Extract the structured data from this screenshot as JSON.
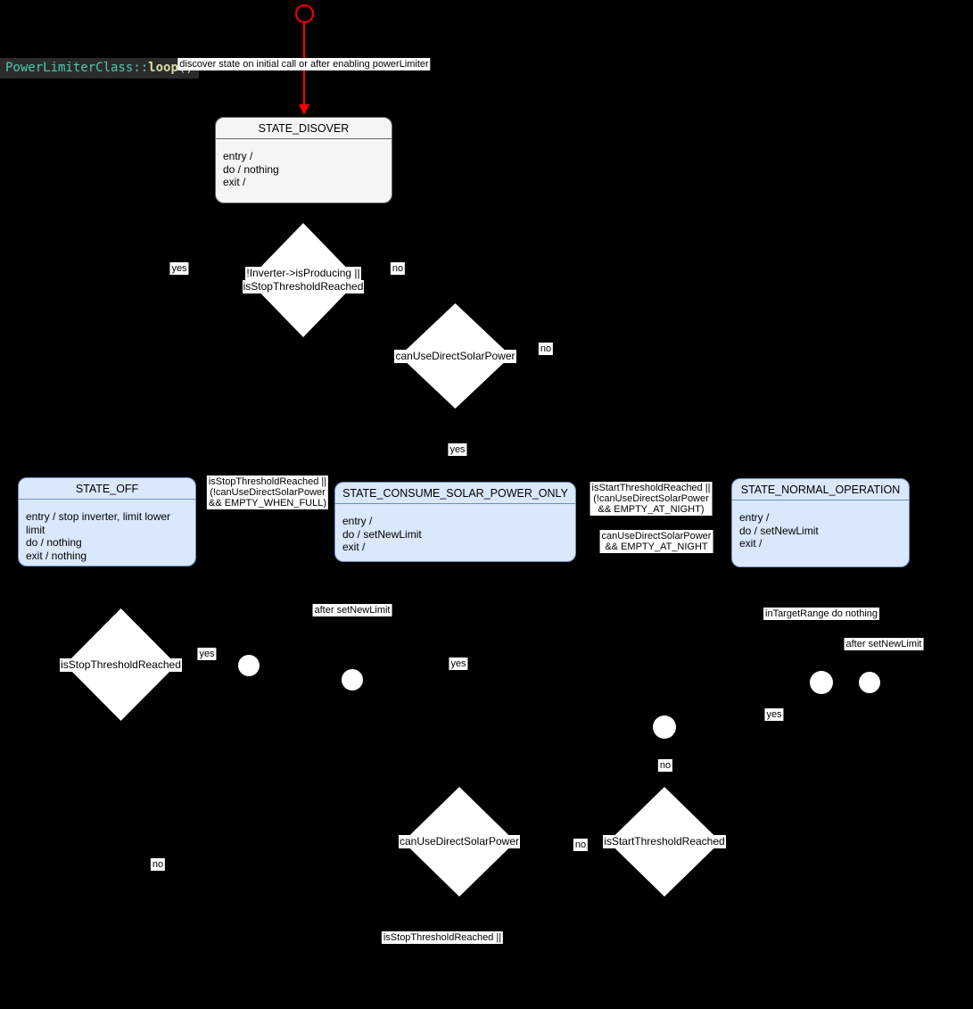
{
  "colors": {
    "background": "#000000",
    "initial_arrow_red": "#ff0000",
    "state_gray_fill": "#f5f5f5",
    "state_gray_border": "#666666",
    "state_blue_fill": "#dae8fc",
    "state_blue_border": "#6c8ebf",
    "label_background": "#ffffff",
    "label_text": "#000000",
    "code_background": "#2b2b2b",
    "code_class_color": "#4ec9b0",
    "code_method_color": "#dcdcaa",
    "code_parens_color": "#d4d4d4"
  },
  "code_label": {
    "class_part": "PowerLimiterClass::",
    "method_part": "loop",
    "parens": "()"
  },
  "notes": {
    "start": "discover state on initial call or after enabling powerLimiter",
    "after_set_new_limit_left": "after setNewLimit",
    "after_set_new_limit_right": "after setNewLimit",
    "in_target_range": "inTargetRange do nothing",
    "stop_threshold_partial": "isStopThresholdReached ||"
  },
  "states": {
    "discover": {
      "title": "STATE_DISOVER",
      "lines": [
        "entry /",
        "do / nothing",
        "exit /"
      ]
    },
    "off": {
      "title": "STATE_OFF",
      "lines": [
        "entry / stop inverter, limit lower limit",
        "do / nothing",
        "exit / nothing"
      ]
    },
    "consume": {
      "title": "STATE_CONSUME_SOLAR_POWER_ONLY",
      "lines": [
        "entry /",
        "do / setNewLimit",
        "exit /"
      ]
    },
    "normal": {
      "title": "STATE_NORMAL_OPERATION",
      "lines": [
        "entry /",
        "do / setNewLimit",
        "exit /"
      ]
    }
  },
  "decisions": {
    "producing_or_stop": {
      "lines": [
        "!Inverter->isProducing ||",
        "isStopThresholdReached"
      ]
    },
    "can_use_solar_top": {
      "lines": [
        "canUseDirectSolarPower"
      ]
    },
    "stop_threshold": {
      "lines": [
        "isStopThresholdReached"
      ]
    },
    "can_use_solar_bottom": {
      "lines": [
        "canUseDirectSolarPower"
      ]
    },
    "start_threshold": {
      "lines": [
        "isStartThresholdReached"
      ]
    }
  },
  "guards": {
    "to_off": {
      "lines": [
        "isStopThresholdReached ||",
        "(!canUseDirectSolarPower",
        "&& EMPTY_WHEN_FULL)"
      ]
    },
    "to_normal": {
      "lines": [
        "isStartThresholdReached ||",
        "(!canUseDirectSolarPower",
        "&& EMPTY_AT_NIGHT)"
      ]
    },
    "to_consume": {
      "lines": [
        "canUseDirectSolarPower",
        "&& EMPTY_AT_NIGHT"
      ]
    }
  },
  "branch_labels": {
    "yes1": "yes",
    "no1": "no",
    "no2": "no",
    "yes2": "yes",
    "yes3": "yes",
    "yes4": "yes",
    "yes5": "yes",
    "no3": "no",
    "no4": "no",
    "no5": "no"
  }
}
